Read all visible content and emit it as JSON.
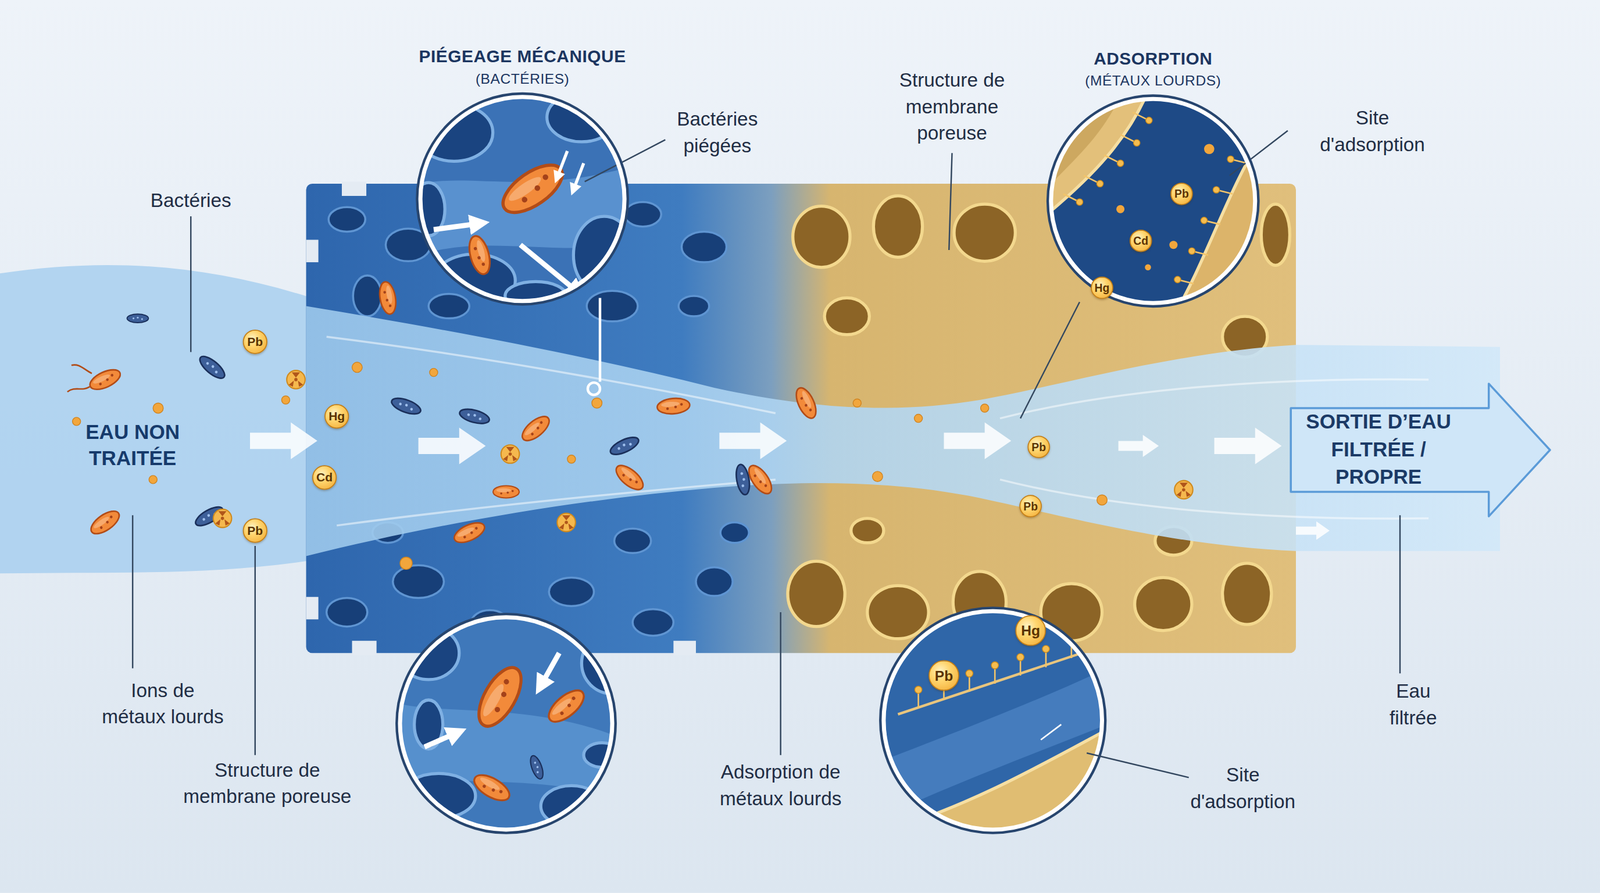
{
  "diagram": {
    "nodes": [
      {
        "text": [
          "PIÉGEAGE MÉCANIQUE",
          "(BACTÉRIES)"
        ]
      },
      {
        "text": [
          "ADSORPTION",
          "(MÉTAUX LOURDS)"
        ]
      },
      {
        "text": [
          "Pb"
        ],
        "in": 1
      },
      {
        "text": [
          "Cd"
        ],
        "in": 1
      },
      {
        "text": [
          "Hg"
        ],
        "in": 1
      },
      {
        "text": [
          "Pb"
        ]
      },
      {
        "text": [
          "Hg"
        ]
      },
      {
        "text": [
          "Cd"
        ]
      },
      {
        "text": [
          "Pb"
        ]
      },
      {
        "text": [
          "Pb"
        ]
      },
      {
        "text": [
          "Pb"
        ]
      },
      {
        "text": [
          "SORTIE D’EAU FILTRÉE / PROPRE"
        ]
      },
      {
        "text": [
          "Hg"
        ]
      },
      {
        "text": [
          "Pb"
        ]
      }
    ],
    "labels": [
      "Bactéries piégées",
      "Bactéries",
      "Structure de membrane poreuse",
      "Site d'adsorption",
      "EAU NON TRAITÉE",
      "Ions de métaux lourds",
      "Structure de membrane poreuse",
      "Adsorption de métaux lourds",
      "Site d'adsorption",
      "Eau filtrée"
    ]
  }
}
